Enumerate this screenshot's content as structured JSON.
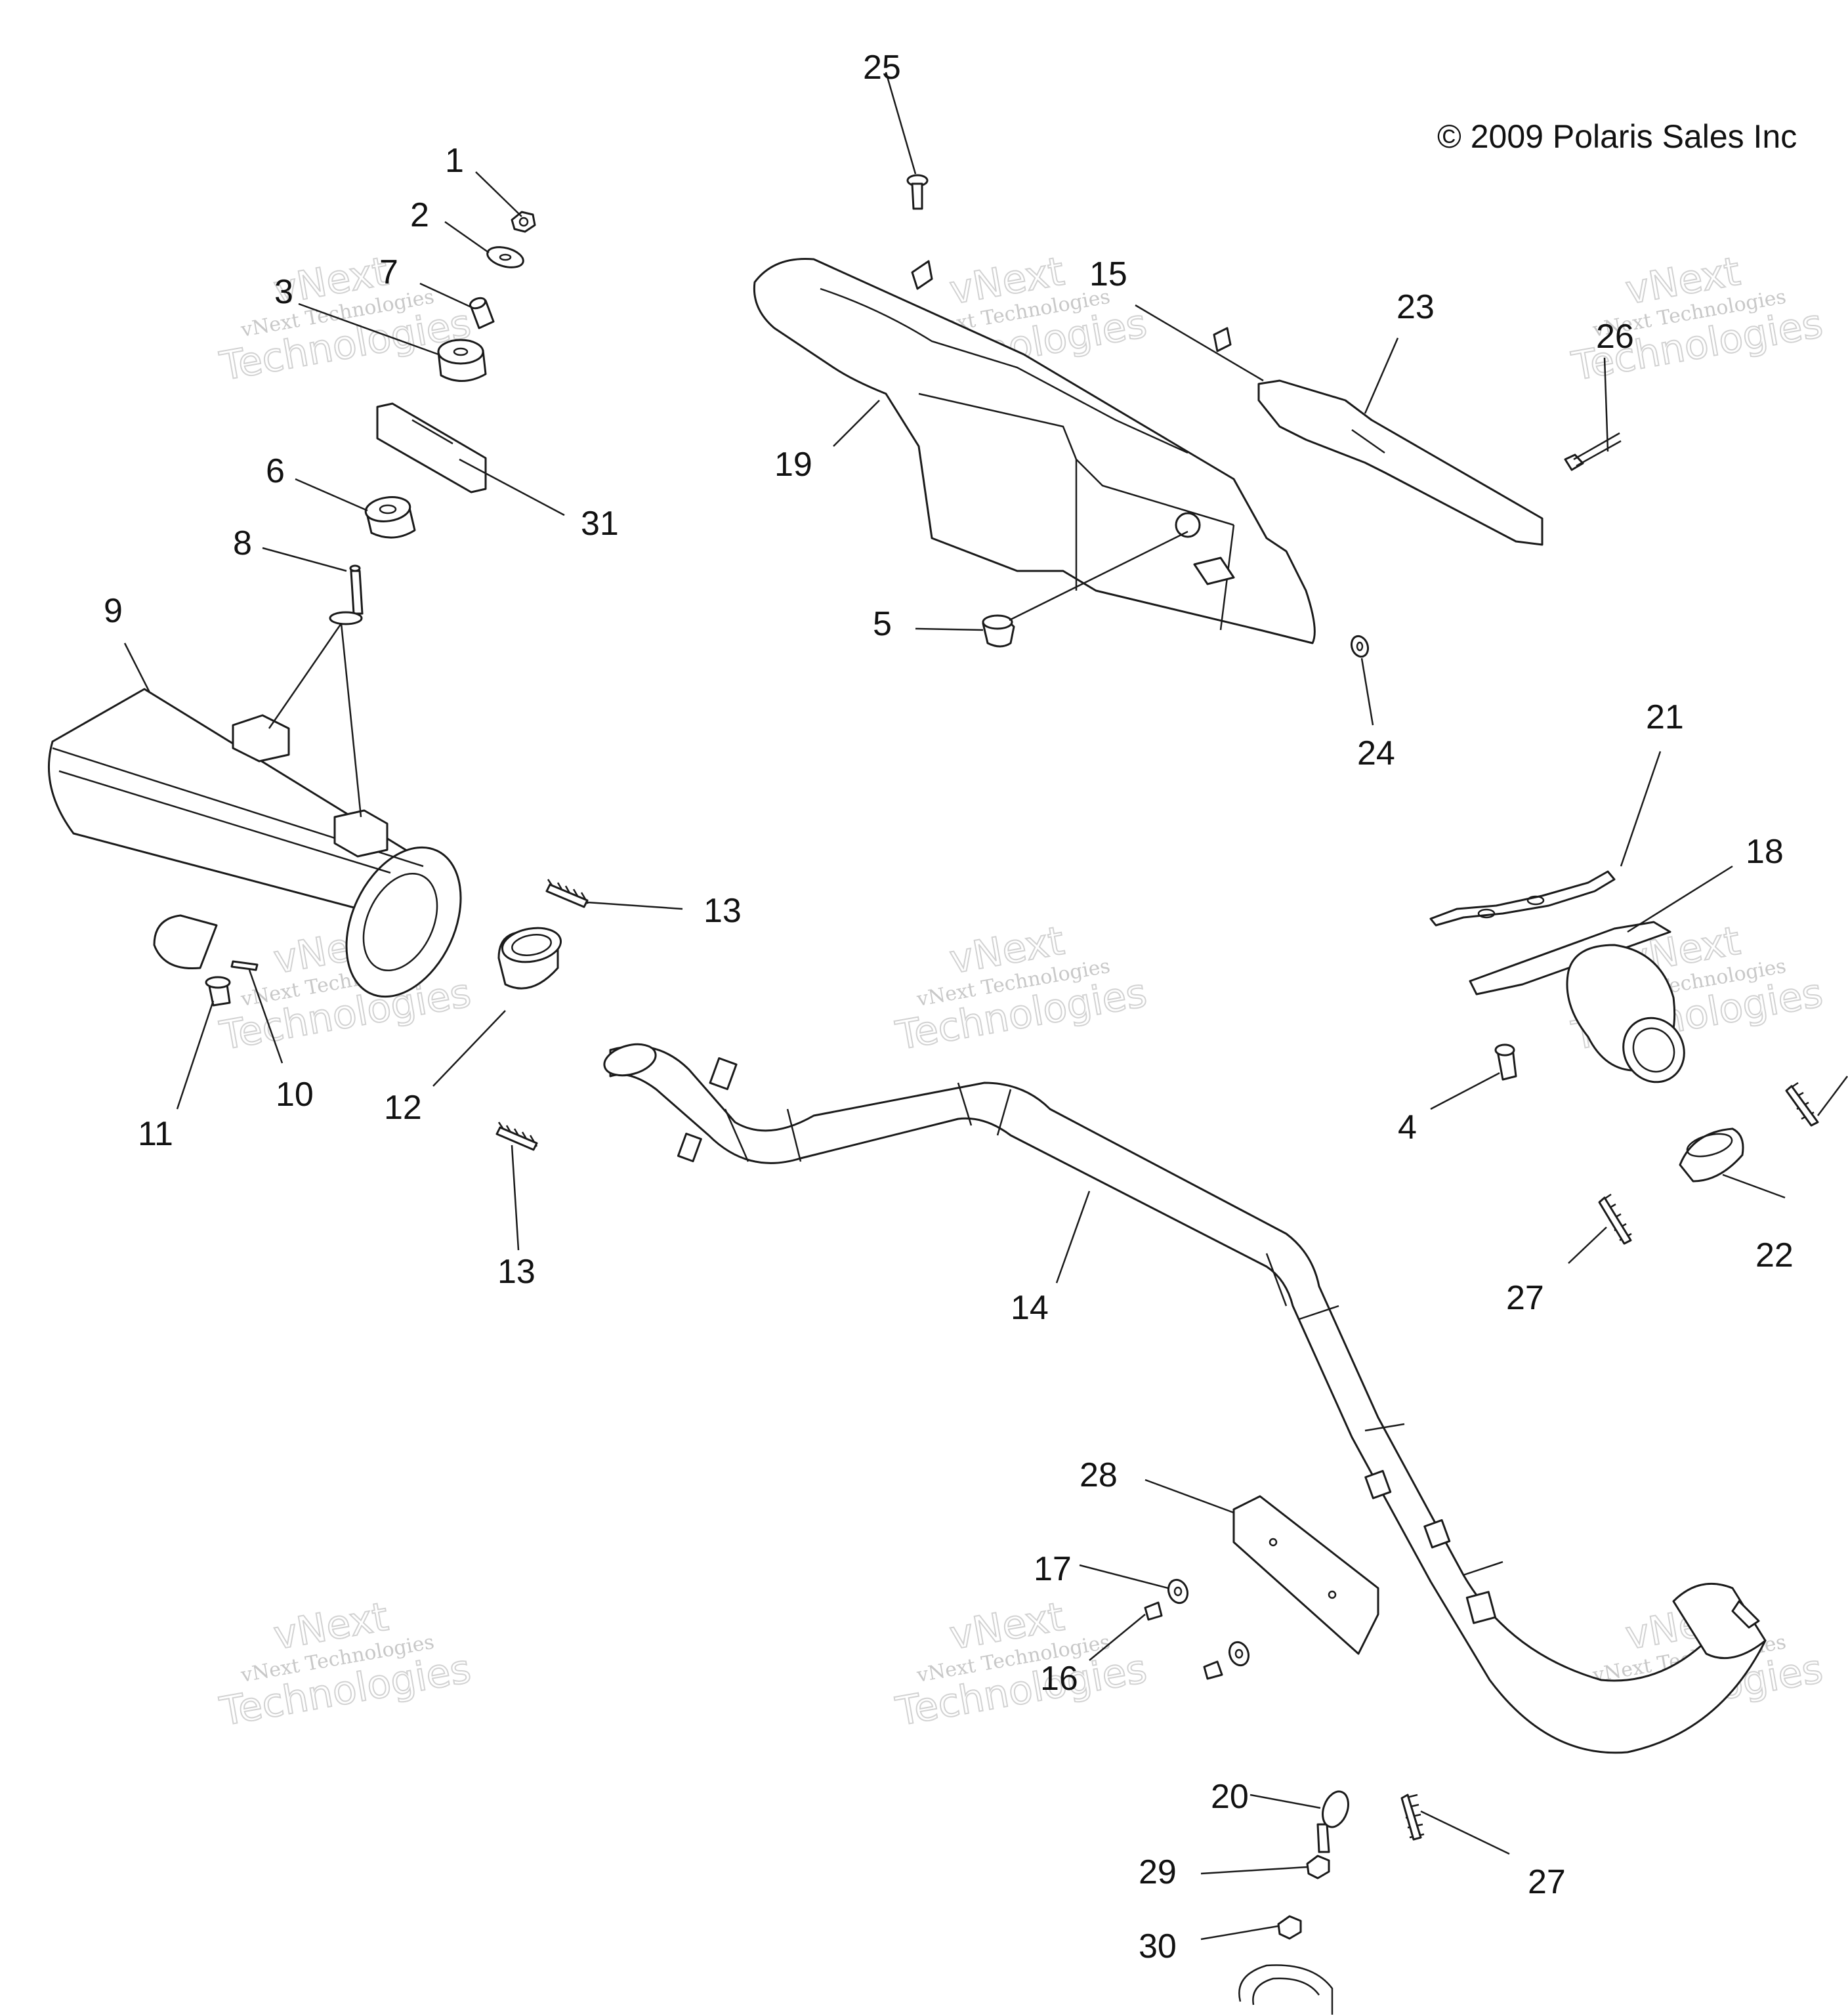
{
  "copyright": "© 2009 Polaris Sales Inc",
  "watermark": {
    "line1": "vNext",
    "line2": "vNext Technologies",
    "line3": "Technologies"
  },
  "callouts": [
    {
      "id": "1",
      "text": "1"
    },
    {
      "id": "2",
      "text": "2"
    },
    {
      "id": "3",
      "text": "3"
    },
    {
      "id": "4",
      "text": "4"
    },
    {
      "id": "5",
      "text": "5"
    },
    {
      "id": "6",
      "text": "6"
    },
    {
      "id": "7",
      "text": "7"
    },
    {
      "id": "8",
      "text": "8"
    },
    {
      "id": "9",
      "text": "9"
    },
    {
      "id": "10",
      "text": "10"
    },
    {
      "id": "11",
      "text": "11"
    },
    {
      "id": "12",
      "text": "12"
    },
    {
      "id": "13a",
      "text": "13"
    },
    {
      "id": "13b",
      "text": "13"
    },
    {
      "id": "14",
      "text": "14"
    },
    {
      "id": "15",
      "text": "15"
    },
    {
      "id": "16",
      "text": "16"
    },
    {
      "id": "17",
      "text": "17"
    },
    {
      "id": "18",
      "text": "18"
    },
    {
      "id": "19",
      "text": "19"
    },
    {
      "id": "20",
      "text": "20"
    },
    {
      "id": "21",
      "text": "21"
    },
    {
      "id": "22",
      "text": "22"
    },
    {
      "id": "23",
      "text": "23"
    },
    {
      "id": "24",
      "text": "24"
    },
    {
      "id": "25",
      "text": "25"
    },
    {
      "id": "26",
      "text": "26"
    },
    {
      "id": "27a",
      "text": "27"
    },
    {
      "id": "27b",
      "text": "27"
    },
    {
      "id": "28",
      "text": "28"
    },
    {
      "id": "29",
      "text": "29"
    },
    {
      "id": "30",
      "text": "30"
    },
    {
      "id": "31",
      "text": "31"
    }
  ]
}
